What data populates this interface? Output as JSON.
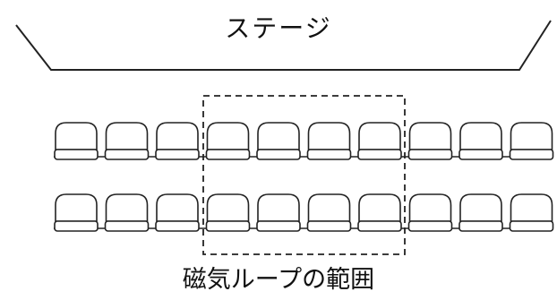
{
  "stage": {
    "label": "ステージ"
  },
  "seating": {
    "rows": 2,
    "seats_per_row": 10
  },
  "loop_area": {
    "caption": "磁気ループの範囲",
    "covered_seats": [
      4,
      5,
      6,
      7
    ]
  }
}
